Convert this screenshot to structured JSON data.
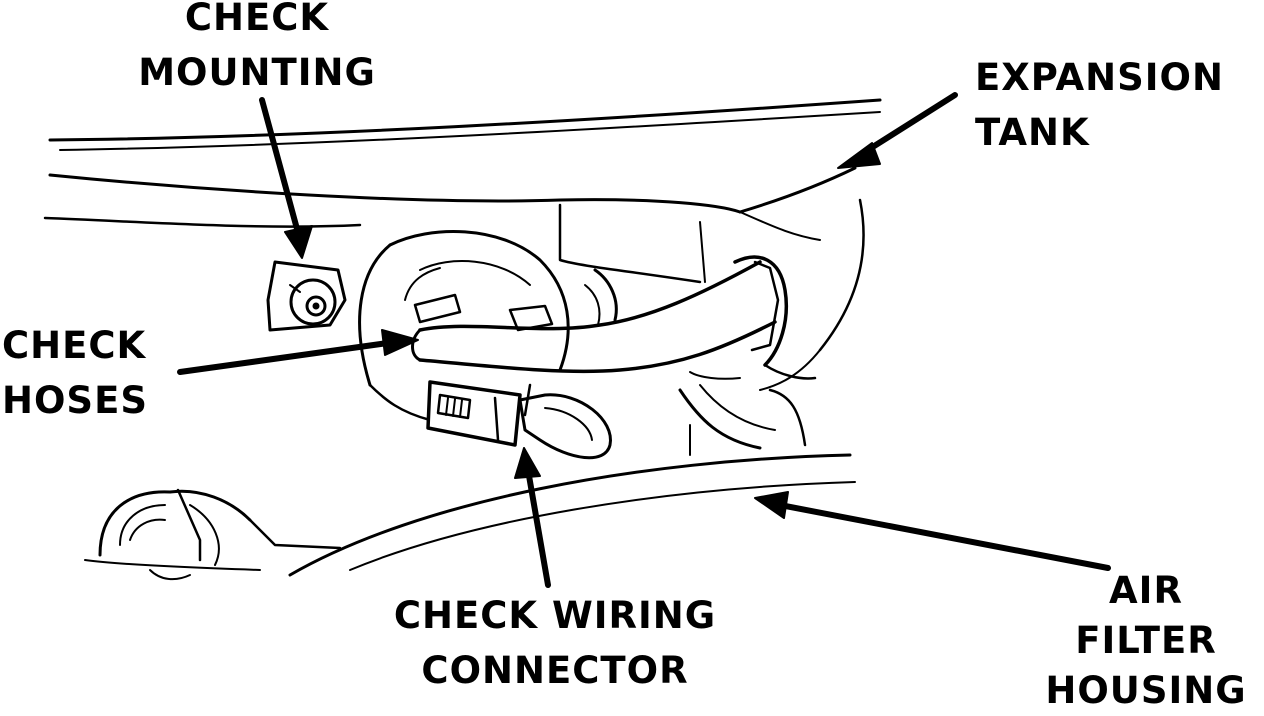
{
  "callouts": {
    "mounting": {
      "line1": "CHECK",
      "line2": "MOUNTING"
    },
    "expansion_tank": {
      "line1": "EXPANSION",
      "line2": "TANK"
    },
    "hoses": {
      "line1": "CHECK",
      "line2": "HOSES"
    },
    "wiring": {
      "line1": "CHECK WIRING",
      "line2": "CONNECTOR"
    },
    "air_filter": {
      "line1": "AIR",
      "line2": "FILTER",
      "line3": "HOUSING"
    }
  },
  "colors": {
    "ink": "#000000",
    "paper": "#ffffff"
  }
}
